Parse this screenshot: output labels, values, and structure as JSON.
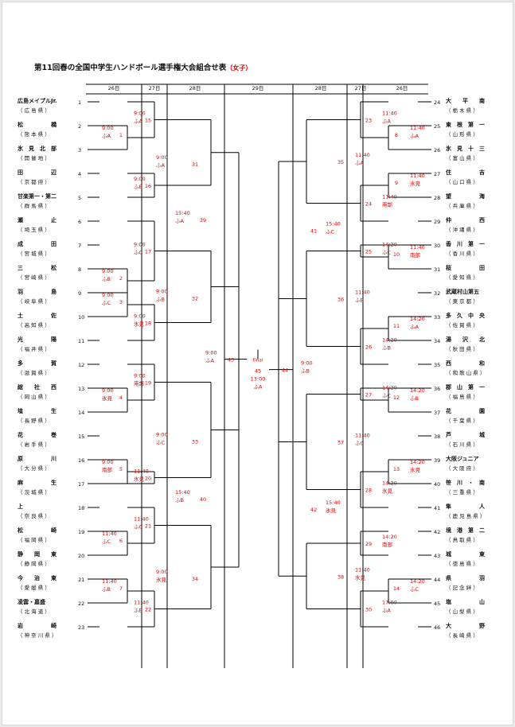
{
  "document": {
    "title": "第11回春の全国中学生ハンドボール選手権大会組合せ表",
    "title_suffix": "（女子）"
  },
  "columns": {
    "left": [
      "26日",
      "27日",
      "28日"
    ],
    "center": "29日",
    "right": [
      "28日",
      "27日",
      "26日"
    ]
  },
  "colors": {
    "line": "#000000",
    "red": "#e60000",
    "text": "#111111"
  },
  "left_teams": [
    {
      "seed": "1",
      "name": "広島メイプルJr.",
      "pref": "（ 広 島 県 ）"
    },
    {
      "seed": "2",
      "name": "松　　　　　橋",
      "pref": "（ 熊 本 県 ）"
    },
    {
      "seed": "3",
      "name": "氷　見　北　部",
      "pref": "（ 開 催 地 ）"
    },
    {
      "seed": "4",
      "name": "田　　　　　辺",
      "pref": "（ 京 都 府 ）"
    },
    {
      "seed": "5",
      "name": "甘楽第一・第二",
      "pref": "（ 群 馬 県 ）"
    },
    {
      "seed": "6",
      "name": "瀬　　　　　止",
      "pref": "（ 埼 玉 県 ）"
    },
    {
      "seed": "7",
      "name": "成　　　　　田",
      "pref": "（ 宮 城 県 ）"
    },
    {
      "seed": "8",
      "name": "三　　　　　松",
      "pref": "（ 宮 崎 県 ）"
    },
    {
      "seed": "9",
      "name": "羽　　　　　島",
      "pref": "（ 岐 阜 県 ）"
    },
    {
      "seed": "10",
      "name": "土　　　　　佐",
      "pref": "（ 高 知 県 ）"
    },
    {
      "seed": "11",
      "name": "光　　　　　陽",
      "pref": "（ 福 井 県 ）"
    },
    {
      "seed": "12",
      "name": "多　　　　　賀",
      "pref": "（ 滋 賀 県 ）"
    },
    {
      "seed": "13",
      "name": "総　　社　　西",
      "pref": "（ 岡 山 県 ）"
    },
    {
      "seed": "14",
      "name": "埴　　　　　生",
      "pref": "（ 長 野 県 ）"
    },
    {
      "seed": "15",
      "name": "花　　　　　巻",
      "pref": "（ 岩 手 県 ）"
    },
    {
      "seed": "16",
      "name": "原　　　　　川",
      "pref": "（ 大 分 県 ）"
    },
    {
      "seed": "17",
      "name": "麻　　　　　生",
      "pref": "（ 茨 城 県 ）"
    },
    {
      "seed": "18",
      "name": "上",
      "pref": "（ 奈 良 県 ）"
    },
    {
      "seed": "19",
      "name": "松　　　　　崎",
      "pref": "（ 福 岡 県 ）"
    },
    {
      "seed": "20",
      "name": "静　　岡　　東",
      "pref": "（ 静 岡 県 ）"
    },
    {
      "seed": "21",
      "name": "今　　治　　東",
      "pref": "（ 愛 媛 県 ）"
    },
    {
      "seed": "22",
      "name": "凌雲・嘉盛",
      "pref": "（ 北 海 道 ）"
    },
    {
      "seed": "23",
      "name": "岩　　　　　崎",
      "pref": "（ 神 奈 川 県 ）"
    }
  ],
  "right_teams": [
    {
      "seed": "24",
      "name": "大　　平　　南",
      "pref": "（ 栃 木 県 ）"
    },
    {
      "seed": "25",
      "name": "東　根　第　一",
      "pref": "（ 山 形 県 ）"
    },
    {
      "seed": "26",
      "name": "氷　見　十　三",
      "pref": "（ 富 山 県 ）"
    },
    {
      "seed": "27",
      "name": "住　　　　　吉",
      "pref": "（ 山 口 県 ）"
    },
    {
      "seed": "28",
      "name": "望　　　　　海",
      "pref": "（ 兵 庫 県 ）"
    },
    {
      "seed": "29",
      "name": "仲　　　　　西",
      "pref": "（ 沖 縄 県 ）"
    },
    {
      "seed": "30",
      "name": "香　川　第　一",
      "pref": "（ 香 川 県 ）"
    },
    {
      "seed": "31",
      "name": "桜　　　　　田",
      "pref": "（ 愛 知 県 ）"
    },
    {
      "seed": "32",
      "name": "武蔵村山第五",
      "pref": "（ 東 京 都 ）"
    },
    {
      "seed": "33",
      "name": "多　久　中　央",
      "pref": "（ 佐 賀 県 ）"
    },
    {
      "seed": "34",
      "name": "湯　　沢　　北",
      "pref": "（ 秋 田 県 ）"
    },
    {
      "seed": "35",
      "name": "西　　　　　和",
      "pref": "（ 和 歌 山 県 ）"
    },
    {
      "seed": "36",
      "name": "郡　山　第　一",
      "pref": "（ 福 島 県 ）"
    },
    {
      "seed": "37",
      "name": "花　　　　　園",
      "pref": "（ 千 葉 県 ）"
    },
    {
      "seed": "38",
      "name": "芦　　　　　城",
      "pref": "（ 石 川 県 ）"
    },
    {
      "seed": "39",
      "name": "大阪ジュニア",
      "pref": "（ 大 阪 府 ）"
    },
    {
      "seed": "40",
      "name": "笹　川　・　南",
      "pref": "（ 三 重 県 ）"
    },
    {
      "seed": "41",
      "name": "隼　　　　　人",
      "pref": "（ 鹿 児 島 県 ）"
    },
    {
      "seed": "42",
      "name": "境　港　第　二",
      "pref": "（ 鳥 取 県 ）"
    },
    {
      "seed": "43",
      "name": "城　　　　　東",
      "pref": "（ 徳 島 県 ）"
    },
    {
      "seed": "44",
      "name": "県　　　　　羽",
      "pref": "（ 記 念 絆 ）"
    },
    {
      "seed": "45",
      "name": "塩　　　　　山",
      "pref": "（ 山 梨 県 ）"
    },
    {
      "seed": "46",
      "name": "大　　　　　野",
      "pref": "（ 長 崎 県 ）"
    }
  ],
  "games": [
    {
      "no": "1",
      "time": "9:00",
      "venue": "ふA"
    },
    {
      "no": "2",
      "time": "9:00",
      "venue": "ふB"
    },
    {
      "no": "3",
      "time": "9:00",
      "venue": "ふC"
    },
    {
      "no": "4",
      "time": "9:00",
      "venue": "氷見"
    },
    {
      "no": "5",
      "time": "9:00",
      "venue": "南部"
    },
    {
      "no": "6",
      "time": "11:40",
      "venue": "ふC"
    },
    {
      "no": "7",
      "time": "11:40",
      "venue": "ふB"
    },
    {
      "no": "8",
      "time": "11:40",
      "venue": "ふA"
    },
    {
      "no": "9",
      "time": "11:40",
      "venue": "氷見"
    },
    {
      "no": "10",
      "time": "11:40",
      "venue": "南部"
    },
    {
      "no": "11",
      "time": "14:20",
      "venue": "ふA"
    },
    {
      "no": "12",
      "time": "14:20",
      "venue": "ふB"
    },
    {
      "no": "13",
      "time": "14:20",
      "venue": "氷見"
    },
    {
      "no": "14",
      "time": "14:20",
      "venue": "ふC"
    },
    {
      "no": "15",
      "time": "9:00",
      "venue": "ふA"
    },
    {
      "no": "16",
      "time": "9:00",
      "venue": "ふB"
    },
    {
      "no": "17",
      "time": "9:00",
      "venue": "ふC"
    },
    {
      "no": "18",
      "time": "9:00",
      "venue": "氷見"
    },
    {
      "no": "19",
      "time": "9:00",
      "venue": "南部"
    },
    {
      "no": "20",
      "time": "11:40",
      "venue": "氷見"
    },
    {
      "no": "21",
      "time": "11:40",
      "venue": "ふC"
    },
    {
      "no": "22",
      "time": "11:40",
      "venue": "ふB"
    },
    {
      "no": "23",
      "time": "11:40",
      "venue": "ふA"
    },
    {
      "no": "24",
      "time": "11:40",
      "venue": "南部"
    },
    {
      "no": "25",
      "time": "14:20",
      "venue": "ふC"
    },
    {
      "no": "26",
      "time": "14:20",
      "venue": "ふB"
    },
    {
      "no": "27",
      "time": "14:20",
      "venue": "ふC"
    },
    {
      "no": "28",
      "time": "14:20",
      "venue": "氷見"
    },
    {
      "no": "29",
      "time": "14:20",
      "venue": "南部"
    },
    {
      "no": "30",
      "time": "17:00",
      "venue": "ふA"
    },
    {
      "no": "31",
      "time": "9:00",
      "venue": "ふA"
    },
    {
      "no": "32",
      "time": "9:00",
      "venue": "ふB"
    },
    {
      "no": "33",
      "time": "9:00",
      "venue": "ふC"
    },
    {
      "no": "34",
      "time": "9:00",
      "venue": "氷見"
    },
    {
      "no": "35",
      "time": "11:40",
      "venue": "ふA"
    },
    {
      "no": "36",
      "time": "11:40",
      "venue": "ふB"
    },
    {
      "no": "37",
      "time": "11:40",
      "venue": "ふC"
    },
    {
      "no": "38",
      "time": "11:40",
      "venue": "氷見"
    },
    {
      "no": "39",
      "time": "15:40",
      "venue": "ふA"
    },
    {
      "no": "40",
      "time": "15:40",
      "venue": "ふB"
    },
    {
      "no": "41",
      "time": "15:40",
      "venue": "ふC"
    },
    {
      "no": "42",
      "time": "15:40",
      "venue": "氷見"
    },
    {
      "no": "43",
      "time": "9:00",
      "venue": "ふA"
    },
    {
      "no": "44",
      "time": "9:00",
      "venue": "ふB"
    }
  ],
  "final": {
    "label": "Final",
    "no": "45",
    "time": "13:00",
    "venue": "ふA"
  }
}
